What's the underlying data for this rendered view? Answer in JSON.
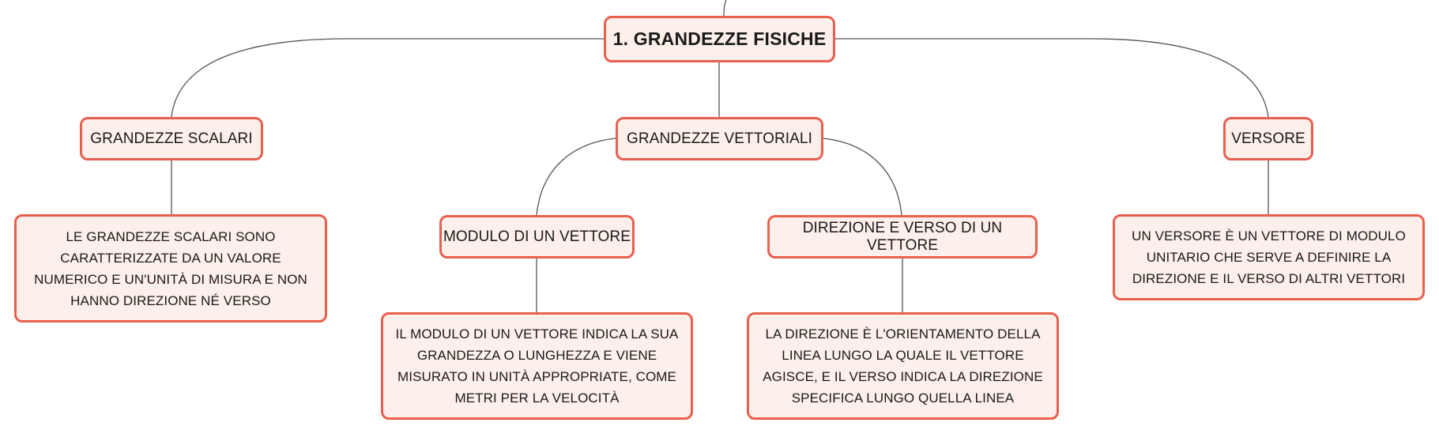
{
  "mindmap": {
    "root": {
      "label": "1. GRANDEZZE FISICHE"
    },
    "branches": {
      "scalari": {
        "label": "GRANDEZZE SCALARI",
        "detail": "LE GRANDEZZE SCALARI SONO CARATTERIZZATE DA UN VALORE NUMERICO E UN'UNITÀ DI MISURA E NON HANNO DIREZIONE NÉ VERSO"
      },
      "vettoriali": {
        "label": "GRANDEZZE VETTORIALI",
        "modulo": {
          "label": "MODULO DI UN VETTORE",
          "detail": "IL MODULO DI UN VETTORE INDICA LA SUA GRANDEZZA O LUNGHEZZA E VIENE MISURATO IN UNITÀ APPROPRIATE, COME METRI PER LA VELOCITÀ"
        },
        "direzione": {
          "label": "DIREZIONE E VERSO DI UN VETTORE",
          "detail": "LA DIREZIONE È L'ORIENTAMENTO DELLA LINEA LUNGO LA QUALE IL VETTORE AGISCE, E IL VERSO INDICA LA DIREZIONE SPECIFICA LUNGO QUELLA LINEA"
        }
      },
      "versore": {
        "label": "VERSORE",
        "detail": "UN VERSORE È UN VETTORE DI MODULO UNITARIO CHE SERVE A DEFINIRE LA DIREZIONE E IL VERSO DI ALTRI VETTORI"
      }
    }
  },
  "colors": {
    "node_border": "#e8604f",
    "node_fill": "#fdefe9",
    "connector": "#555555",
    "text": "#1a1a1a"
  }
}
